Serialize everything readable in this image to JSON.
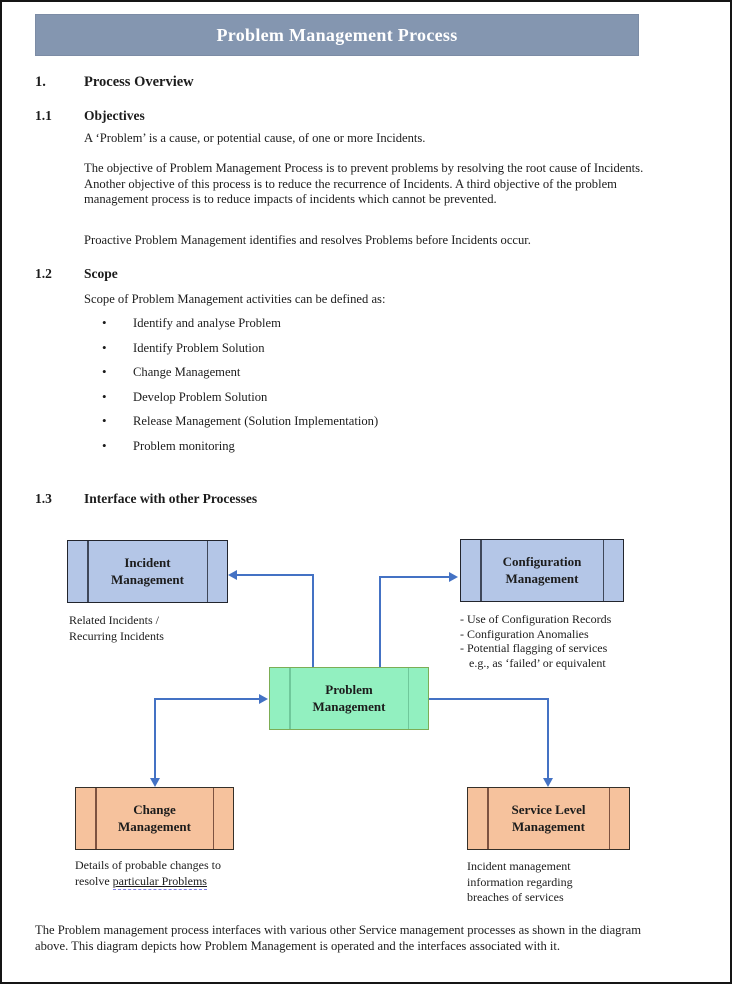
{
  "page": {
    "title": "Problem Management Process"
  },
  "sections": {
    "overview": {
      "number": "1.",
      "title": "Process Overview"
    },
    "objectives": {
      "number": "1.1",
      "title": "Objectives",
      "paragraphs": [
        "A ‘Problem’ is a cause, or potential cause, of one or more Incidents.",
        "The objective of Problem Management Process is to prevent problems by resolving the root cause of Incidents. Another objective of this process is to reduce the recurrence of Incidents. A third objective of the problem management process is to reduce impacts of incidents which cannot be prevented.",
        "Proactive Problem Management identifies and resolves Problems before Incidents occur."
      ]
    },
    "scope": {
      "number": "1.2",
      "title": "Scope",
      "intro": "Scope of Problem Management activities can be defined as:",
      "bullets": [
        "Identify and analyse Problem",
        "Identify Problem Solution",
        "Change Management",
        "Develop Problem Solution",
        "Release Management (Solution Implementation)",
        "Problem monitoring"
      ]
    },
    "interfaces": {
      "number": "1.3",
      "title": "Interface with other Processes",
      "closing": "The Problem management process interfaces with various other Service management processes as shown in the diagram above. This diagram depicts how Problem Management is operated and the interfaces associated with it."
    }
  },
  "diagram": {
    "nodes": {
      "incident": {
        "label": "Incident Management",
        "caption": "Related Incidents /\nRecurring Incidents"
      },
      "configuration": {
        "label": "Configuration Management",
        "caption": "- Use of Configuration Records\n- Configuration Anomalies\n- Potential flagging of services\n   e.g., as ‘failed’ or equivalent"
      },
      "problem": {
        "label": "Problem Management"
      },
      "change": {
        "label": "Change Management",
        "caption_before": "Details of probable changes to resolve ",
        "caption_link": "particular Problems"
      },
      "service_level": {
        "label": "Service Level Management",
        "caption": "Incident management\ninformation regarding\nbreaches of services"
      }
    }
  },
  "colors": {
    "title_bar": "#8496B0",
    "node_blue_fill": "#B4C6E7",
    "node_green_fill": "#92F0C0",
    "node_green_border": "#7CAD55",
    "node_orange_fill": "#F6C29D",
    "connector_blue": "#4472C4",
    "link_underline": "#7B7BEA"
  }
}
